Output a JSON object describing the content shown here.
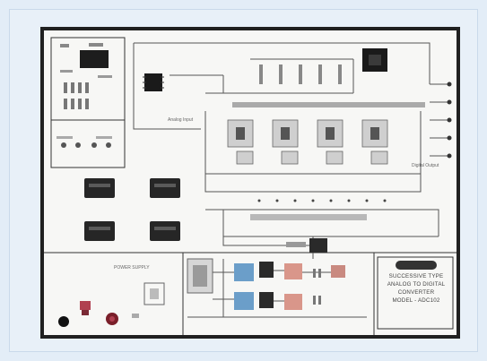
{
  "brand": "",
  "title": {
    "line1": "SUCCESSIVE TYPE",
    "line2": "ANALOG TO DIGITAL",
    "line3": "CONVERTER",
    "line4": "MODEL - ADC102"
  },
  "labels": {
    "power_supply": "POWER SUPPLY",
    "analog_input": "Analog Input",
    "digital_output": "Digital Output"
  },
  "colors": {
    "mat": "#e3edf7",
    "board": "#f7f7f5",
    "border": "#202020",
    "terminal_blue": "#6b9ec9",
    "terminal_red": "#d9968a",
    "knob_red": "#b04050"
  }
}
